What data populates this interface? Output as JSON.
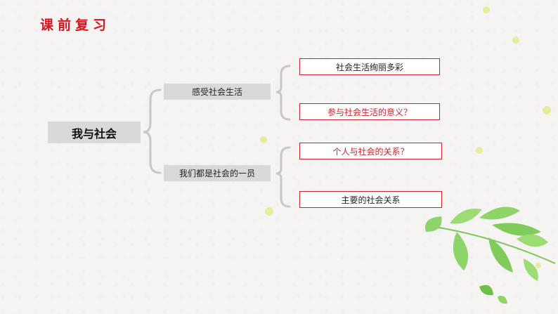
{
  "title": "课前复习",
  "root": "我与社会",
  "branches": [
    {
      "label": "感受社会生活",
      "items": [
        "社会生活绚丽多彩",
        "参与社会生活的意义？"
      ]
    },
    {
      "label": "我们都是社会的一员",
      "items": [
        "个人与社会的关系？",
        "主要的社会关系"
      ]
    }
  ],
  "colors": {
    "title": "#d8141c",
    "question_text": "#c9242b",
    "box_border": "#c9242b",
    "bracket": "#c8c8c8",
    "dot": "#e6ec9a",
    "leaf": "#8fd468"
  }
}
